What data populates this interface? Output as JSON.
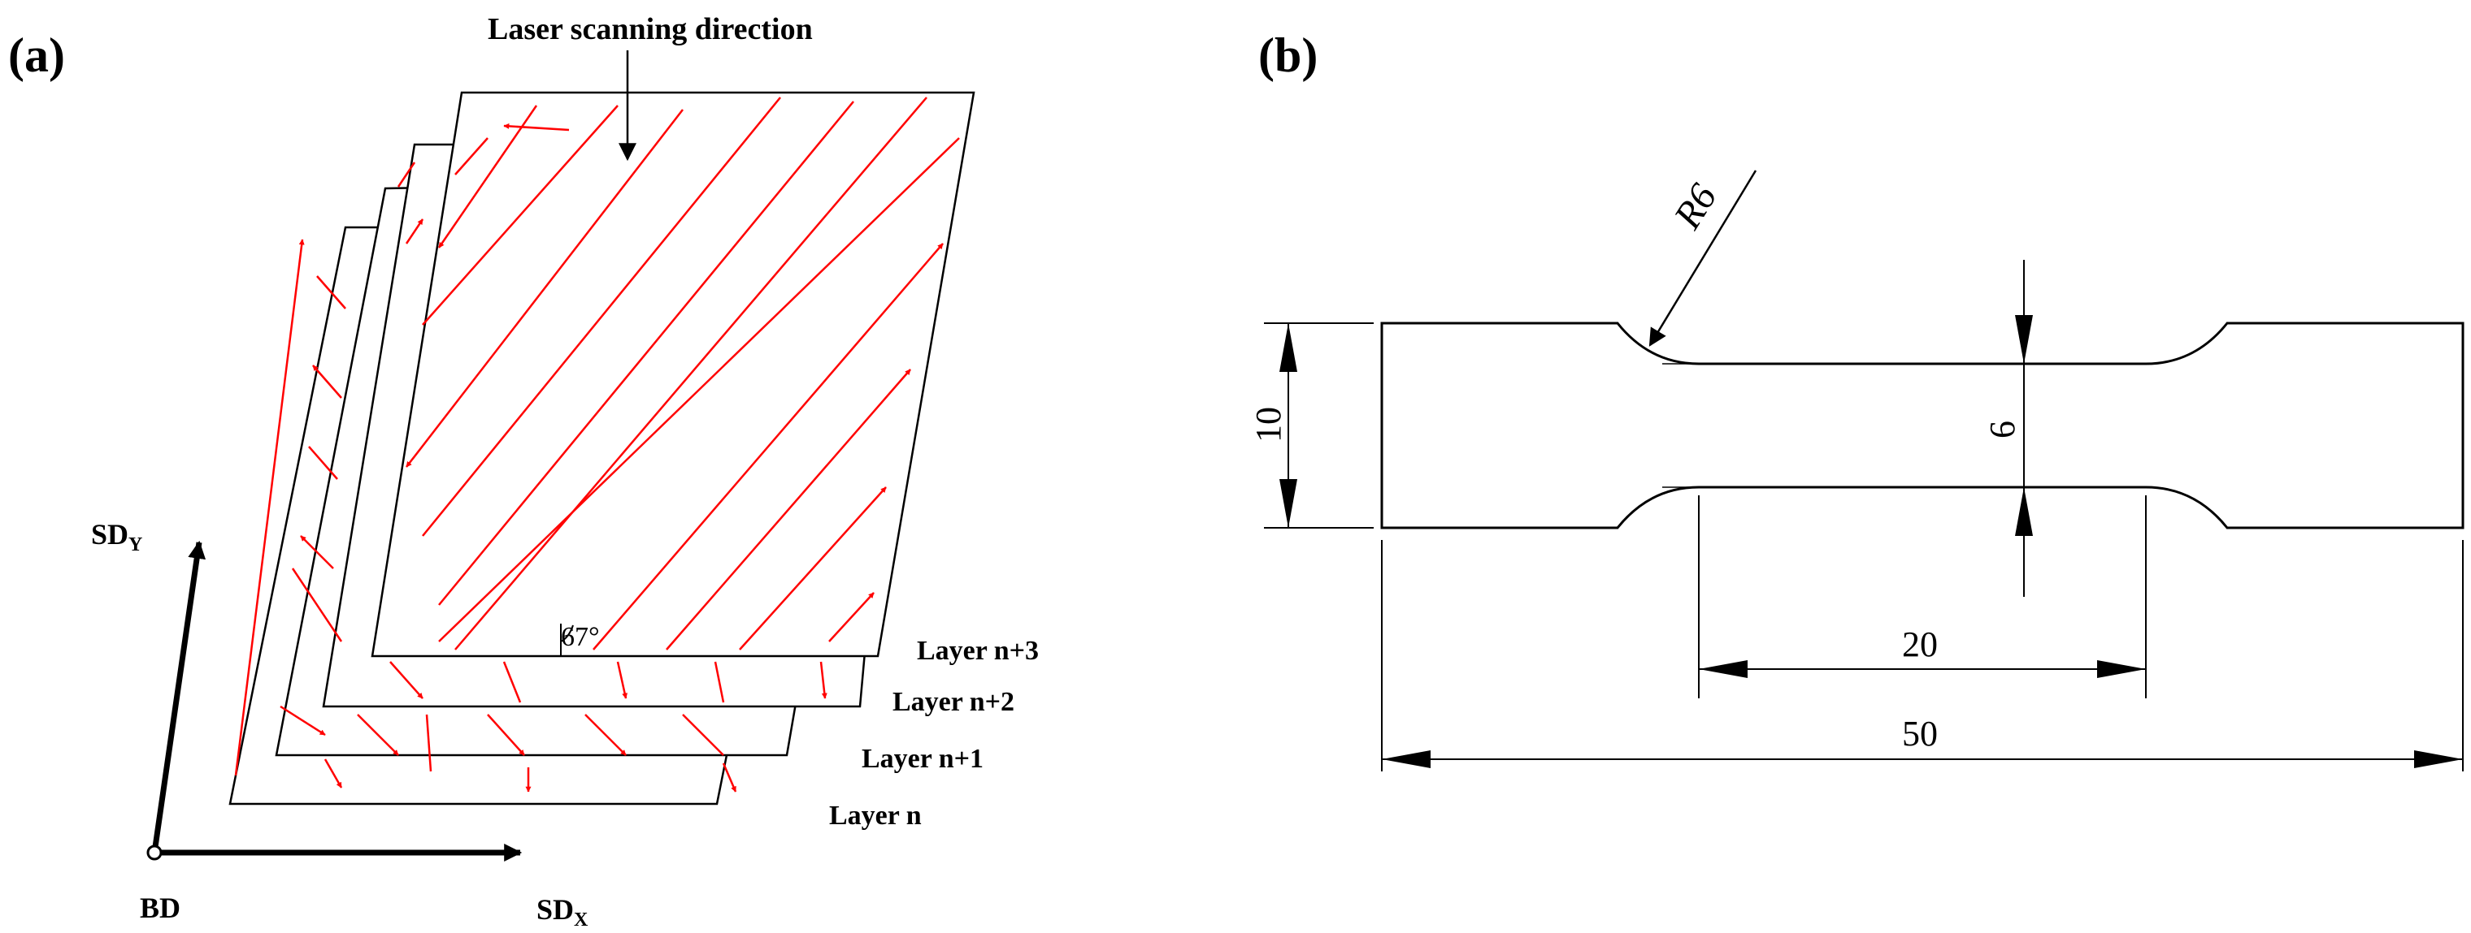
{
  "panel_a": {
    "label": "(a)",
    "scan_direction_label": "Laser scanning direction",
    "angle_label": "67°",
    "layers": [
      "Layer n+3",
      "Layer n+2",
      "Layer n+1",
      "Layer n"
    ],
    "axis_y": {
      "main": "SD",
      "sub": "Y"
    },
    "axis_x": {
      "main": "SD",
      "sub": "X"
    },
    "axis_origin": "BD",
    "scan_color": "#ff0000"
  },
  "panel_b": {
    "label": "(b)",
    "radius_label": "R6",
    "dim_width": "10",
    "dim_gauge_width": "6",
    "dim_gauge_length": "20",
    "dim_total_length": "50"
  }
}
